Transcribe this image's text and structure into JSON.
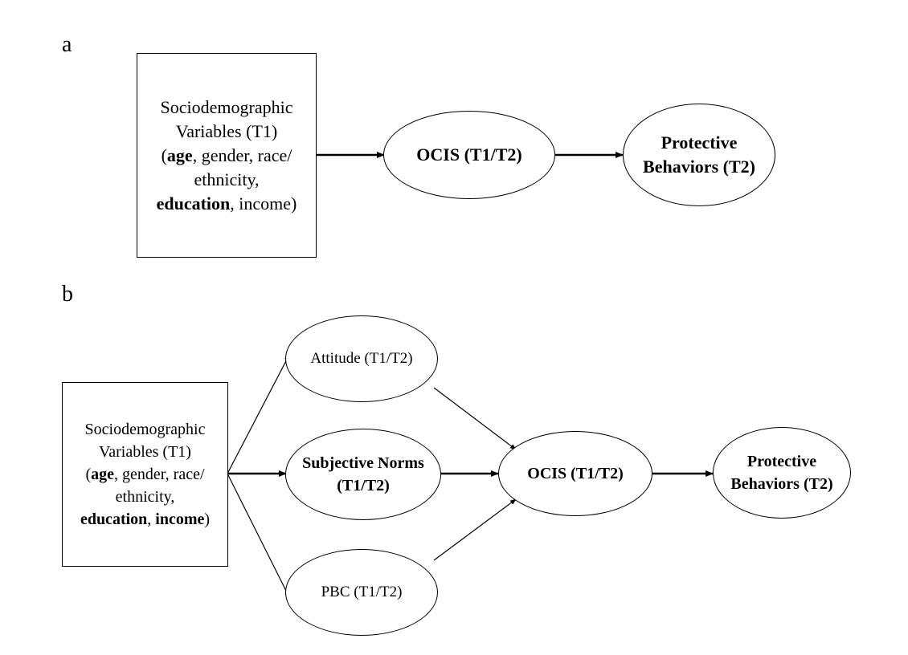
{
  "panel_a": {
    "letter": "a",
    "socio_box": {
      "line1": "Sociodemographic",
      "line2": "Variables (T1)",
      "line3_open": "(",
      "line3_bold": "age",
      "line3_rest": ", gender, race/",
      "line4": "ethnicity,",
      "line5_bold": "education",
      "line5_rest": ", income)"
    },
    "ocis": "OCIS (T1/T2)",
    "protective": {
      "line1": "Protective",
      "line2": "Behaviors (T2)"
    }
  },
  "panel_b": {
    "letter": "b",
    "socio_box": {
      "line1": "Sociodemographic",
      "line2": "Variables (T1)",
      "line3_open": "(",
      "line3_bold": "age",
      "line3_rest": ", gender, race/",
      "line4": "ethnicity,",
      "line5_bold1": "education",
      "line5_sep": ", ",
      "line5_bold2": "income",
      "line5_close": ")"
    },
    "attitude": "Attitude (T1/T2)",
    "subjective_norms": {
      "line1": "Subjective Norms",
      "line2": "(T1/T2)"
    },
    "pbc": "PBC (T1/T2)",
    "ocis": "OCIS (T1/T2)",
    "protective": {
      "line1": "Protective",
      "line2": "Behaviors (T2)"
    }
  }
}
